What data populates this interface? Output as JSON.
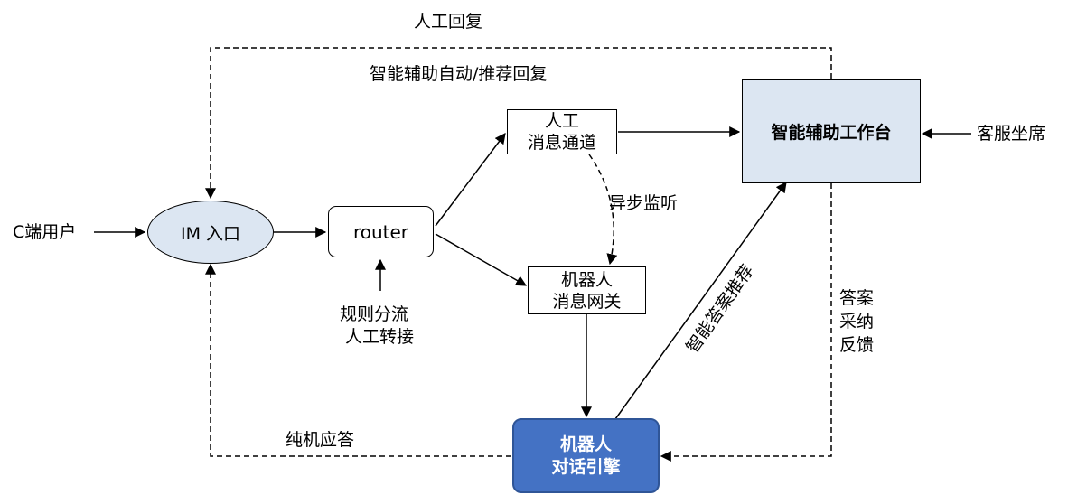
{
  "nodes": {
    "c_user": "C端用户",
    "im_entry": "IM 入口",
    "router": "router",
    "human_channel": [
      "人工",
      "消息通道"
    ],
    "robot_gateway": [
      "机器人",
      "消息网关"
    ],
    "workbench": "智能辅助工作台",
    "agent_seat": "客服坐席",
    "robot_engine": [
      "机器人",
      "对话引擎"
    ]
  },
  "edge_labels": {
    "human_reply": "人工回复",
    "assist_reply": "智能辅助自动/推荐回复",
    "async_listen": "异步监听",
    "routing_rules": [
      "规则分流",
      "人工转接"
    ],
    "answer_recommend": "智能答案推荐",
    "feedback": [
      "答案",
      "采纳",
      "反馈"
    ],
    "robot_answer": "纯机应答"
  },
  "colors": {
    "light_fill": "#dce6f2",
    "engine_fill": "#4472c4",
    "engine_border": "#2f5597",
    "line": "#000000"
  }
}
